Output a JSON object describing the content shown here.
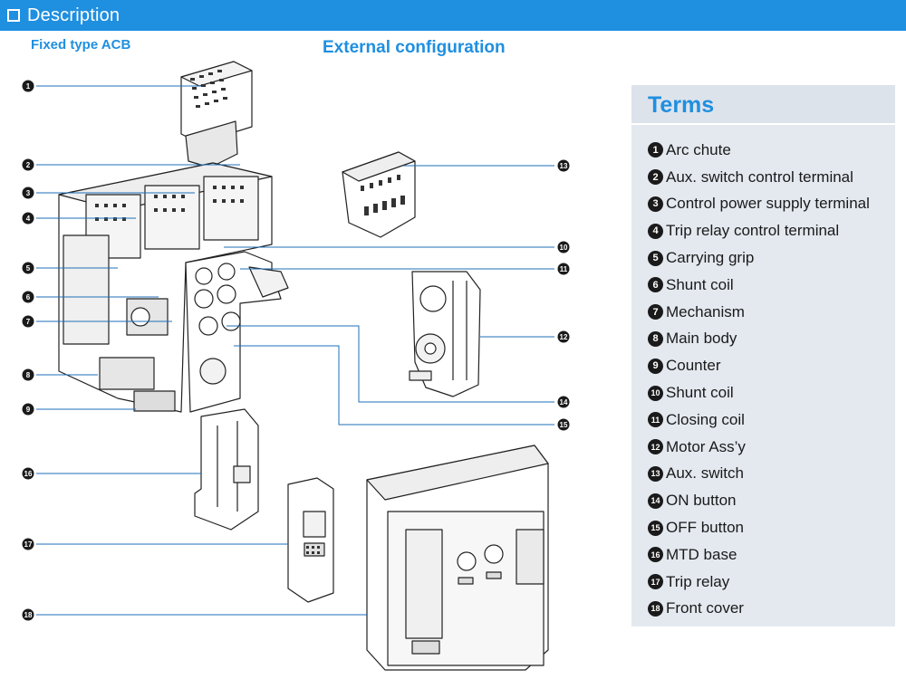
{
  "header": {
    "title": "Description",
    "box_icon": "square-outline-icon"
  },
  "subtitle": "Fixed type ACB",
  "config_title": "External configuration",
  "terms": {
    "heading": "Terms",
    "items": [
      {
        "num": "1",
        "label": "Arc chute"
      },
      {
        "num": "2",
        "label": "Aux. switch control terminal"
      },
      {
        "num": "3",
        "label": "Control power supply terminal"
      },
      {
        "num": "4",
        "label": "Trip relay control terminal"
      },
      {
        "num": "5",
        "label": "Carrying grip"
      },
      {
        "num": "6",
        "label": "Shunt coil"
      },
      {
        "num": "7",
        "label": "Mechanism"
      },
      {
        "num": "8",
        "label": "Main body"
      },
      {
        "num": "9",
        "label": "Counter"
      },
      {
        "num": "10",
        "label": "Shunt coil"
      },
      {
        "num": "11",
        "label": "Closing coil"
      },
      {
        "num": "12",
        "label": "Motor Ass’y"
      },
      {
        "num": "13",
        "label": "Aux. switch"
      },
      {
        "num": "14",
        "label": "ON button"
      },
      {
        "num": "15",
        "label": "OFF button"
      },
      {
        "num": "16",
        "label": "MTD base"
      },
      {
        "num": "17",
        "label": "Trip relay"
      },
      {
        "num": "18",
        "label": "Front cover"
      }
    ]
  },
  "colors": {
    "accent": "#1f8fe0",
    "leader": "#1f6fb8",
    "badge": "#1a1a1a",
    "panel": "#e4e9f0"
  }
}
